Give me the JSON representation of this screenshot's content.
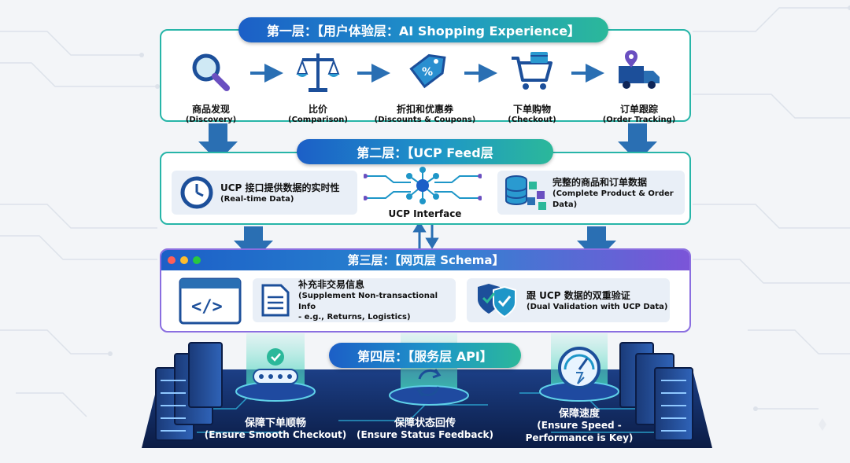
{
  "layer1": {
    "title": "第一层：【用户体验层：AI Shopping Experience】",
    "steps": [
      {
        "zh": "商品发现",
        "en": "(Discovery)",
        "icon": "magnifier-icon"
      },
      {
        "zh": "比价",
        "en": "(Comparison)",
        "icon": "scale-icon"
      },
      {
        "zh": "折扣和优惠券",
        "en": "(Discounts & Coupons)",
        "icon": "coupon-tag-icon"
      },
      {
        "zh": "下单购物",
        "en": "(Checkout)",
        "icon": "shopping-cart-icon"
      },
      {
        "zh": "订单跟踪",
        "en": "(Order Tracking)",
        "icon": "delivery-truck-icon"
      }
    ]
  },
  "layer2": {
    "title": "第二层：【UCP Feed层",
    "left": {
      "zh": "UCP 接口提供数据的实时性",
      "en": "(Real-time Data)"
    },
    "center": "UCP Interface",
    "right": {
      "zh": "完整的商品和订单数据",
      "en": "(Complete Product & Order Data)"
    }
  },
  "layer3": {
    "title": "第三层：【网页层 Schema】",
    "card1": {
      "zh": "补充非交易信息",
      "en_line1": "(Supplement Non-transactional Info",
      "en_line2": "- e.g., Returns, Logistics)"
    },
    "card2": {
      "zh": "跟 UCP 数据的双重验证",
      "en": "(Dual Validation with UCP Data)"
    }
  },
  "layer4": {
    "title": "第四层：【服务层 API】",
    "items": [
      {
        "zh": "保障下单顺畅",
        "en": "(Ensure Smooth Checkout)",
        "icon": "conveyor-check-icon"
      },
      {
        "zh": "保障状态回传",
        "en": "(Ensure Status Feedback)",
        "icon": "sync-icon"
      },
      {
        "zh": "保障速度",
        "en_line1": "(Ensure Speed -",
        "en_line2": "Performance is Key)",
        "icon": "speedometer-icon"
      }
    ]
  },
  "colors": {
    "accent_teal": "#27b5a8",
    "accent_blue": "#1c5fc7",
    "arrow_blue": "#2a6fb3",
    "platform_dark": "#0e2557",
    "window_purple": "#7b55d8"
  }
}
